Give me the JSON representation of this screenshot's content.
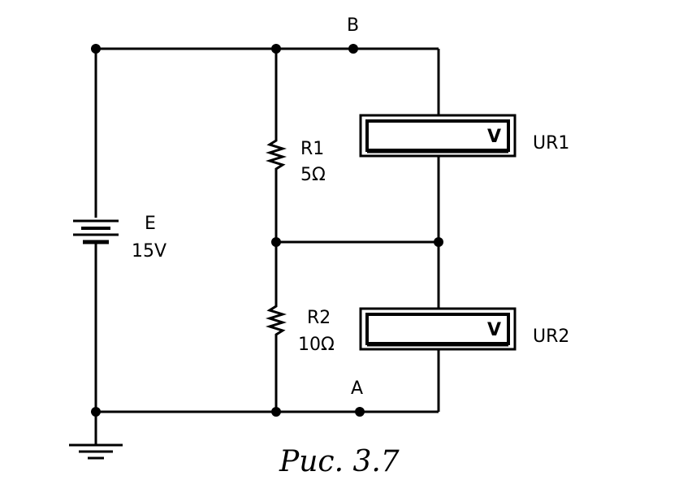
{
  "diagram": {
    "nodes": {
      "b": "B",
      "a": "A"
    },
    "source": {
      "name": "E",
      "value": "15V"
    },
    "resistors": [
      {
        "name": "R1",
        "value": "5Ω"
      },
      {
        "name": "R2",
        "value": "10Ω"
      }
    ],
    "voltmeters": [
      {
        "name": "UR1",
        "symbol": "V"
      },
      {
        "name": "UR2",
        "symbol": "V"
      }
    ]
  },
  "caption": "Рис. 3.7"
}
